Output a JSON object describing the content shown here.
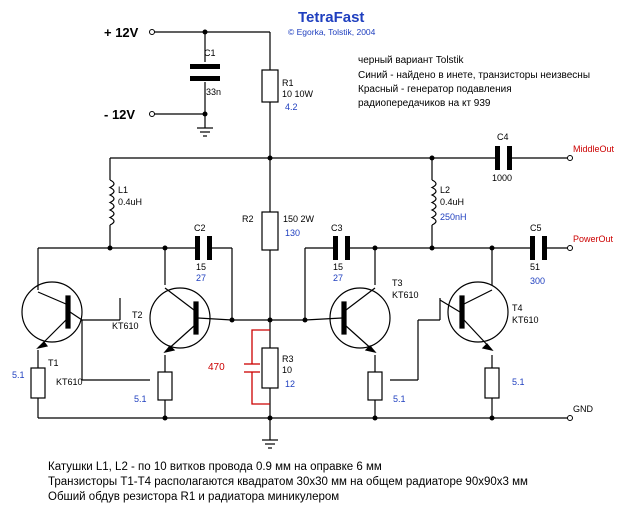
{
  "title": "TetraFast",
  "copyright": "© Egorka, Tolstik, 2004",
  "legend": [
    "черный вариант Tolstik",
    "Синий - найдено в инете, транзисторы неизвесны",
    "Красный - генератор подавления",
    "радиопередачиков на кт 939"
  ],
  "rails": {
    "plus": "+ 12V",
    "minus": "- 12V"
  },
  "ports": {
    "middle_out": "MiddleOut",
    "power_out": "PowerOut",
    "gnd": "GND"
  },
  "components": {
    "c1": {
      "name": "C1",
      "value": "33n"
    },
    "r1": {
      "name": "R1",
      "value": "10 10W",
      "alt": "4.2"
    },
    "c4": {
      "name": "C4",
      "value": "1000"
    },
    "l1": {
      "name": "L1",
      "value": "0.4uH"
    },
    "l2": {
      "name": "L2",
      "value": "0.4uH",
      "alt": "250nH"
    },
    "r2": {
      "name": "R2",
      "value": "150 2W",
      "alt": "130"
    },
    "c2": {
      "name": "C2",
      "value": "15",
      "alt": "27"
    },
    "c3": {
      "name": "C3",
      "value": "15",
      "alt": "27"
    },
    "c5": {
      "name": "C5",
      "value": "51",
      "alt": "300"
    },
    "t1": {
      "name": "T1",
      "value": "KT610"
    },
    "t2": {
      "name": "T2",
      "value": "KT610"
    },
    "t3": {
      "name": "T3",
      "value": "KT610"
    },
    "t4": {
      "name": "T4",
      "value": "KT610"
    },
    "r3": {
      "name": "R3",
      "value": "10",
      "alt": "12"
    },
    "c_red": {
      "value": "470"
    },
    "emitter_res": "5.1"
  },
  "notes": [
    "Катушки L1, L2 - по 10 витков провода 0.9 мм на оправке 6 мм",
    "Транзисторы T1-T4 располагаются квадратом 30x30 мм на общем радиаторе 90x90x3 мм",
    "Обший обдув резистора R1 и радиатора миникулером"
  ],
  "colors": {
    "wire": "#000000",
    "blue": "#1f3fbf",
    "red": "#cc0000",
    "port": "#cc0000",
    "title": "#1f3fbf"
  }
}
